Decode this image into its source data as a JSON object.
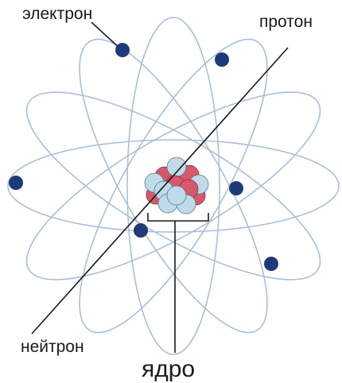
{
  "labels": {
    "electron": "электрон",
    "proton": "протон",
    "neutron": "нейтрон",
    "nucleus": "ядро"
  },
  "colors": {
    "orbit": "#a9bfd6",
    "electron": "#1f3a7a",
    "proton": "#d65869",
    "neutron": "#bfdbe9",
    "leader_line": "#1a1a1a"
  }
}
